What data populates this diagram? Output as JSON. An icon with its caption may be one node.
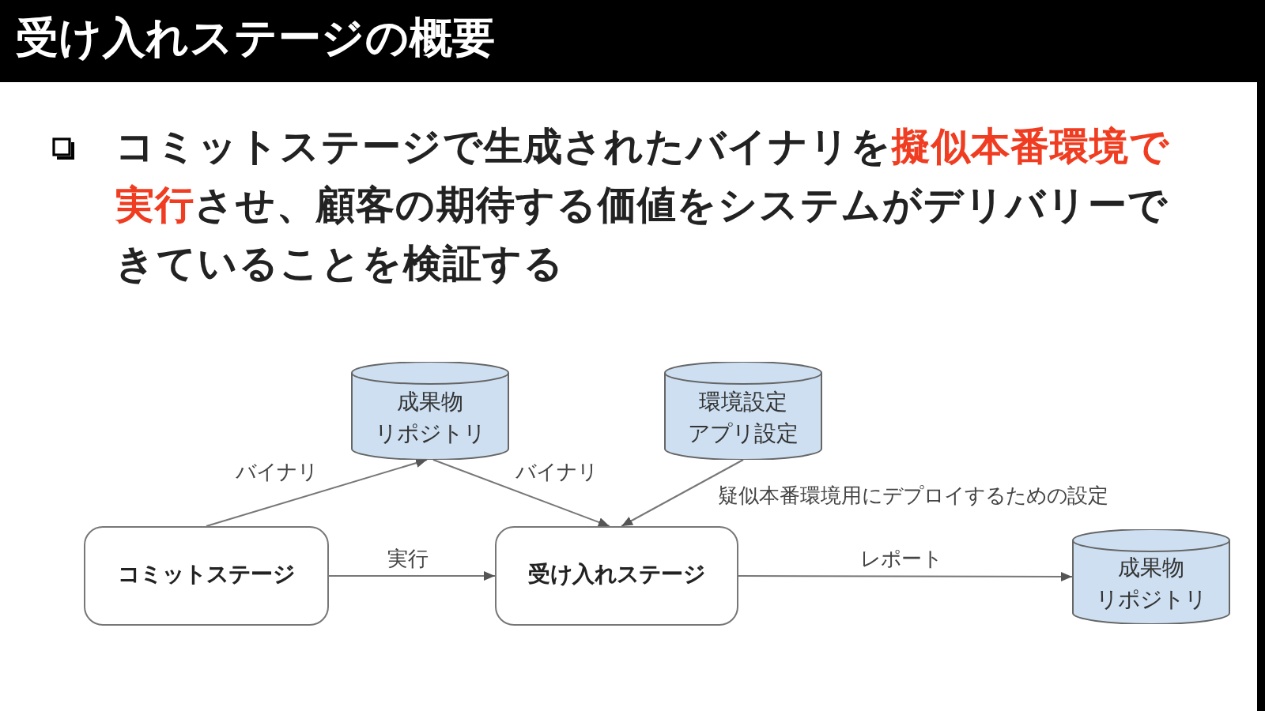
{
  "diagram": {
    "title": "受け入れステージの概要",
    "nodes": [
      {
        "text": [
          "コミットステージ"
        ]
      },
      {
        "text": [
          "成果物リポジトリ"
        ]
      },
      {
        "text": [
          "環境設定アプリ設定"
        ]
      },
      {
        "text": [
          "受け入れステージ"
        ]
      },
      {
        "text": [
          "成果物リポジトリ"
        ]
      }
    ],
    "edges": [
      {
        "from": 0,
        "to": 1,
        "arrow": "to",
        "label": "バイナリ"
      },
      {
        "from": 1,
        "to": 3,
        "arrow": "to",
        "label": "バイナリ"
      },
      {
        "from": 2,
        "to": 3,
        "arrow": "to",
        "label": "疑似本番環境用にデプロイするための設定"
      },
      {
        "from": 0,
        "to": 3,
        "arrow": "to",
        "label": "実行"
      },
      {
        "from": 3,
        "to": 4,
        "arrow": "to",
        "label": "レポート"
      }
    ],
    "labels": [
      "コミットステージで生成されたバイナリを**擬似本番環境で実行**させ、顧客の期待する価値をシステムがデリバリーできていることを検証する"
    ]
  }
}
